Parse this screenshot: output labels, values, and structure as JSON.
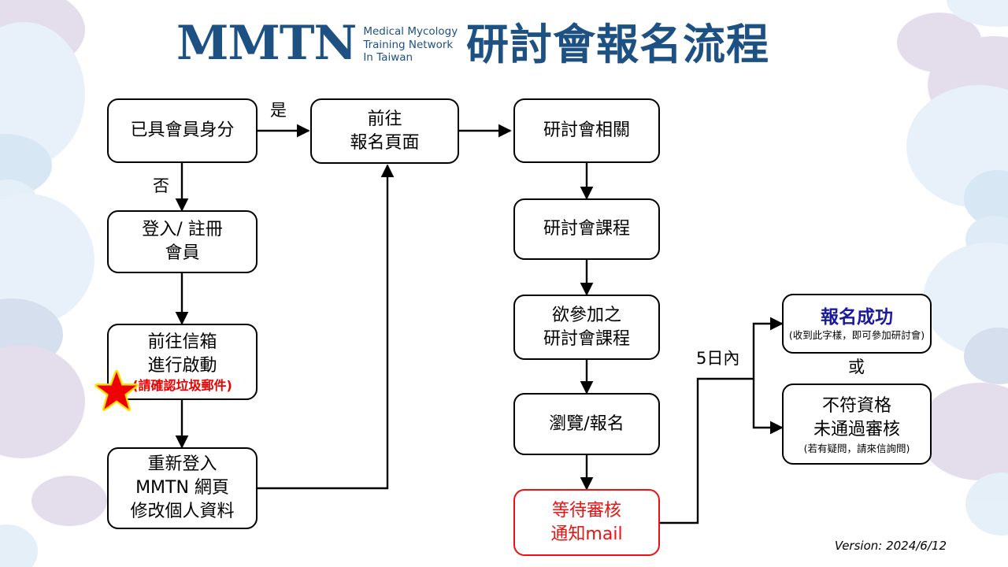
{
  "header": {
    "logo_mark": "MMTN",
    "logo_sub_line1": "Medical Mycology",
    "logo_sub_line2": "Training Network",
    "logo_sub_line3": "In Taiwan",
    "title": "研討會報名流程",
    "brand_color": "#1d5183"
  },
  "nodes": {
    "member_check": {
      "line1": "已具會員身分"
    },
    "login_register": {
      "line1": "登入/ 註冊",
      "line2": "會員"
    },
    "activate_mail": {
      "line1": "前往信箱",
      "line2": "進行啟動",
      "note": "(請確認垃圾郵件)",
      "note_color": "#ee0000"
    },
    "relogin": {
      "line1": "重新登入",
      "line2": "MMTN 網頁",
      "line3": "修改個人資料"
    },
    "go_signup": {
      "line1": "前往",
      "line2": "報名頁面"
    },
    "seminar_info": {
      "line1": "研討會相關"
    },
    "seminar_course": {
      "line1": "研討會課程"
    },
    "desired_course": {
      "line1": "欲參加之",
      "line2": "研討會課程"
    },
    "browse_signup": {
      "line1": "瀏覽/報名"
    },
    "await_review": {
      "line1": "等待審核",
      "line2": "通知mail",
      "color": "#ee1111"
    },
    "success": {
      "line1": "報名成功",
      "note": "(收到此字樣，即可參加研討會)",
      "title_color": "#1a1a9c"
    },
    "rejected": {
      "line1": "不符資格",
      "line2": "未通過審核",
      "note": "(若有疑問，請來信詢問)"
    }
  },
  "edge_labels": {
    "yes": "是",
    "no": "否",
    "within_5_days": "5日內",
    "or": "或"
  },
  "footer": {
    "version": "Version: 2024/6/12"
  },
  "icons": {
    "star": "red-star-icon"
  }
}
